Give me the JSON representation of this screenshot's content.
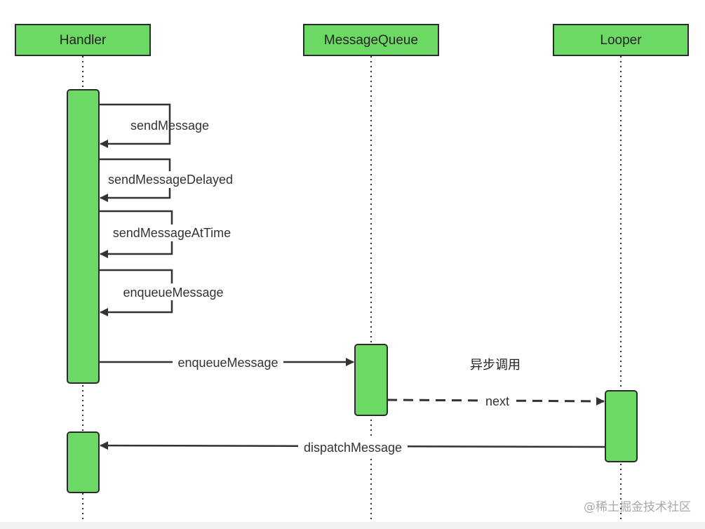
{
  "colors": {
    "fill": "#6cd964",
    "stroke": "#2b2b2b",
    "line": "#333333"
  },
  "participants": {
    "handler": "Handler",
    "queue": "MessageQueue",
    "looper": "Looper"
  },
  "messages": {
    "self_1": "sendMessage",
    "self_2": "sendMessageDelayed",
    "self_3": "sendMessageAtTime",
    "self_4": "enqueueMessage",
    "handler_to_queue": "enqueueMessage",
    "queue_to_looper": "next",
    "looper_to_handler": "dispatchMessage"
  },
  "note": "异步调用",
  "watermark": "@稀土掘金技术社区"
}
